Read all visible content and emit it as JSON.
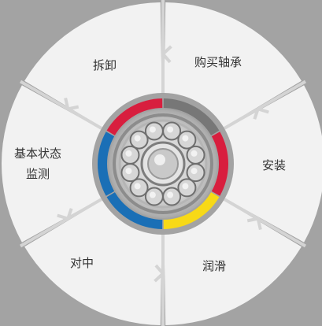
{
  "background_color": "#a3a3a3",
  "segment_color": "#f2f2f2",
  "divider_color": "#d4d4d4",
  "center_image": "bearing-icon",
  "segments": [
    {
      "id": "buy-bearing",
      "label": "购买轴承",
      "ring_color": "#777777"
    },
    {
      "id": "install",
      "label": "安装",
      "ring_color": "#d81e3e"
    },
    {
      "id": "lubricate",
      "label": "润滑",
      "ring_color": "#f7d917"
    },
    {
      "id": "align",
      "label": "对中",
      "ring_color": "#1a6fb6"
    },
    {
      "id": "condition-monitoring",
      "label": "基本状态\n监测",
      "ring_color": "#1a6fb6"
    },
    {
      "id": "dismount",
      "label": "拆卸",
      "ring_color": "#d81e3e"
    }
  ]
}
